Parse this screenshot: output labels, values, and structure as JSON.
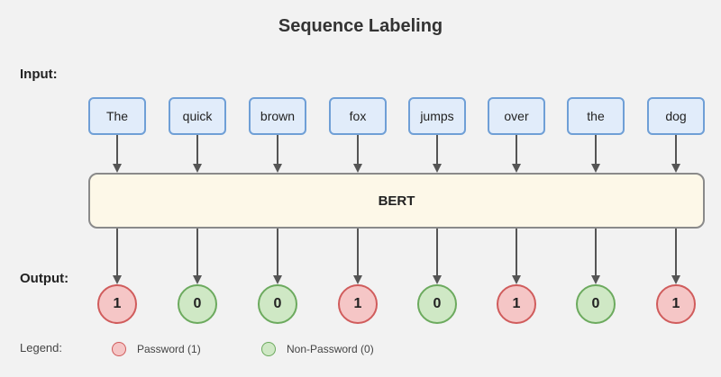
{
  "title": "Sequence Labeling",
  "input_label": "Input:",
  "output_label": "Output:",
  "model_label": "BERT",
  "tokens": [
    "The",
    "quick",
    "brown",
    "fox",
    "jumps",
    "over",
    "the",
    "dog"
  ],
  "outputs": [
    "1",
    "0",
    "0",
    "1",
    "0",
    "1",
    "0",
    "1"
  ],
  "legend": {
    "title": "Legend:",
    "items": [
      {
        "label": "Password (1)",
        "value": "1"
      },
      {
        "label": "Non-Password (0)",
        "value": "0"
      }
    ]
  },
  "colors": {
    "password_fill": "#f5c6c6",
    "password_border": "#d05c5c",
    "non_password_fill": "#cfe8c5",
    "non_password_border": "#6caa5e",
    "token_fill": "#e1ecfa",
    "token_border": "#6f9fd6",
    "model_fill": "#fdf8e8",
    "arrow": "#555555"
  }
}
